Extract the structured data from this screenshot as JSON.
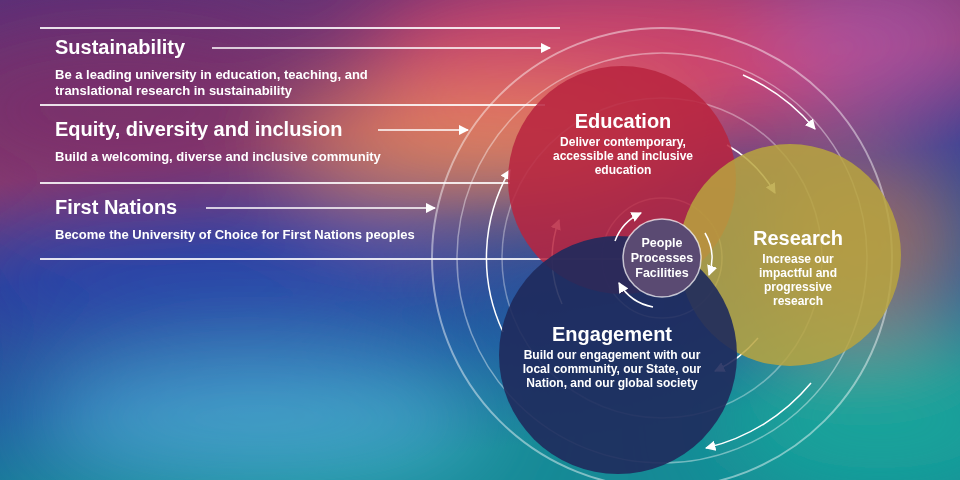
{
  "diagram": {
    "nodes": [
      {
        "text": [
          "Sustainability",
          "Be a leading university in education, teaching, and translational research in sustainability"
        ]
      },
      {
        "text": [
          "Equity, diversity and inclusion",
          "Build a welcoming, diverse and inclusive community"
        ]
      },
      {
        "text": [
          "First Nations",
          "Become the University of Choice for First Nations peoples"
        ]
      },
      {
        "text": [
          "Education",
          "Deliver contemporary, accessible and inclusive education"
        ]
      },
      {
        "text": [
          "Research",
          "Increase our impactful and progressive research"
        ]
      },
      {
        "text": [
          "People Processes Facilities"
        ]
      },
      {
        "text": [
          "Engagement",
          "Build our engagement with our local community, our State, our Nation, and our global society"
        ]
      }
    ]
  }
}
